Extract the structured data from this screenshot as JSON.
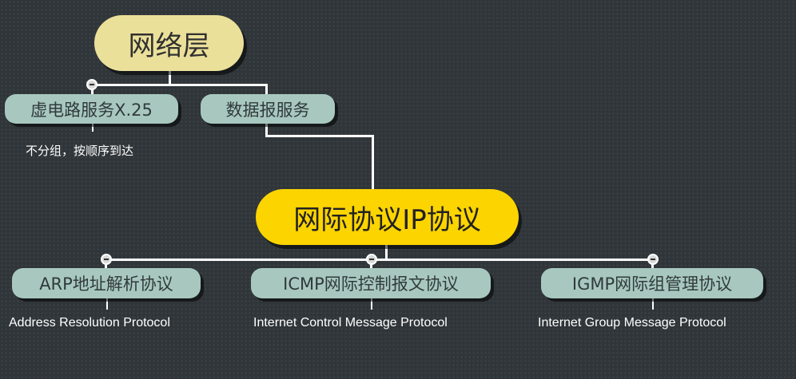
{
  "mindmap": {
    "root": {
      "label": "网络层"
    },
    "service_vc": {
      "label": "虚电路服务X.25",
      "note": "不分组，按顺序到达"
    },
    "service_dg": {
      "label": "数据报服务"
    },
    "ip": {
      "label": "网际协议IP协议"
    },
    "arp": {
      "label": "ARP地址解析协议",
      "note": "Address Resolution Protocol"
    },
    "icmp": {
      "label": "ICMP网际控制报文协议",
      "note": "Internet Control Message Protocol"
    },
    "igmp": {
      "label": "IGMP网际组管理协议",
      "note": "Internet Group Message Protocol"
    }
  },
  "colors": {
    "background": "#2f3539",
    "root_fill": "#ebe09a",
    "main_fill": "#fcd400",
    "sub_fill": "#a8c8bf",
    "connector": "#ffffff"
  }
}
